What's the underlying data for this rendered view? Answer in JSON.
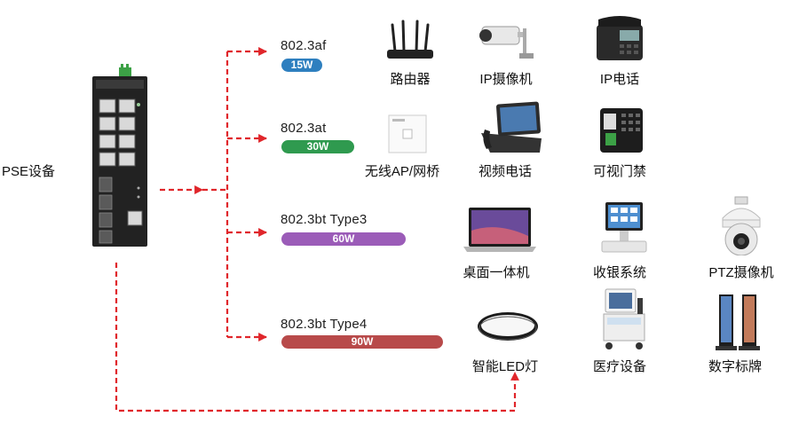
{
  "source": {
    "label": "PSE设备"
  },
  "standards": [
    {
      "name": "802.3af",
      "power": "15W",
      "color": "#2e7fbf"
    },
    {
      "name": "802.3at",
      "power": "30W",
      "color": "#2f9a4f"
    },
    {
      "name": "802.3bt Type3",
      "power": "60W",
      "color": "#9b5cb8"
    },
    {
      "name": "802.3bt Type4",
      "power": "90W",
      "color": "#b84a4a"
    }
  ],
  "devices": {
    "router": "路由器",
    "ip_camera": "IP摄像机",
    "ip_phone": "IP电话",
    "wireless_ap": "无线AP/网桥",
    "video_phone": "视频电话",
    "video_door": "可视门禁",
    "desktop_aio": "桌面一体机",
    "pos_system": "收银系统",
    "ptz_camera": "PTZ摄像机",
    "smart_led": "智能LED灯",
    "medical": "医疗设备",
    "digital_signage": "数字标牌"
  },
  "colors": {
    "connector": "#e0262b"
  }
}
